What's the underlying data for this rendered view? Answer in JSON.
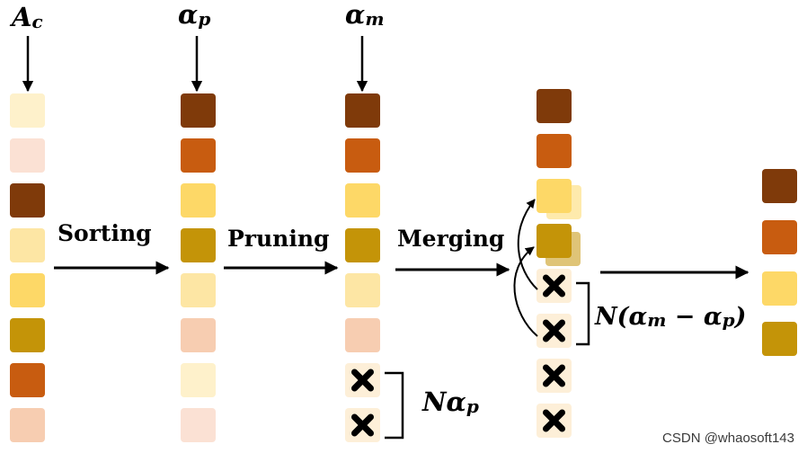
{
  "labels": {
    "ac": {
      "main": "A",
      "sub": "c"
    },
    "alpha_p": {
      "main": "α",
      "sub": "p"
    },
    "alpha_m": {
      "main": "α",
      "sub": "m"
    },
    "n_alpha_p": {
      "main": "Nα",
      "sub": "p"
    },
    "n_formula": {
      "pre": "N(α",
      "sub1": "m",
      "mid": " − α",
      "sub2": "p",
      "post": ")"
    },
    "sorting": "Sorting",
    "pruning": "Pruning",
    "merging": "Merging"
  },
  "watermark": "CSDN @whaosoft143",
  "colors": {
    "c1": "#7f3a0a",
    "c2": "#c85c10",
    "c3": "#fdd867",
    "c4": "#c49408",
    "c5": "#fde6a4",
    "c6": "#f7cdb1",
    "c7": "#fef1cb",
    "c8": "#fbe1d4",
    "removed": "#fdefd8",
    "arrow": "#000000"
  },
  "columns": [
    {
      "name": "input-column",
      "tokens": [
        "c7",
        "c8",
        "c1",
        "c5",
        "c3",
        "c4",
        "c2",
        "c6"
      ]
    },
    {
      "name": "sorted-column",
      "tokens": [
        "c1",
        "c2",
        "c3",
        "c4",
        "c5",
        "c6",
        "c7",
        "c8"
      ]
    },
    {
      "name": "pruned-column",
      "tokens": [
        "c1",
        "c2",
        "c3",
        "c4",
        "c5",
        "c6",
        "removed",
        "removed"
      ]
    },
    {
      "name": "merging-column",
      "tokens": [
        "c1",
        "c2",
        "c3",
        "c4",
        "removed",
        "removed",
        "removed",
        "removed"
      ]
    },
    {
      "name": "output-column",
      "tokens": [
        "c1",
        "c2",
        "c3",
        "c4"
      ]
    }
  ]
}
